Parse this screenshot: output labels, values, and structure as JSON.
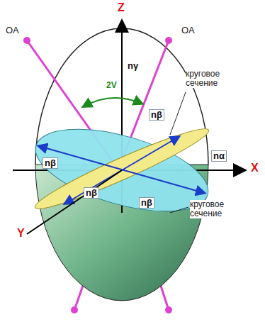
{
  "diagram": {
    "labels": [
      "Z",
      "OA",
      "OA",
      "nγ",
      "2V",
      "круговое сечение",
      "nβ",
      "nβ",
      "nα",
      "X",
      "nβ",
      "Y",
      "nβ",
      "круговое сечение"
    ]
  }
}
